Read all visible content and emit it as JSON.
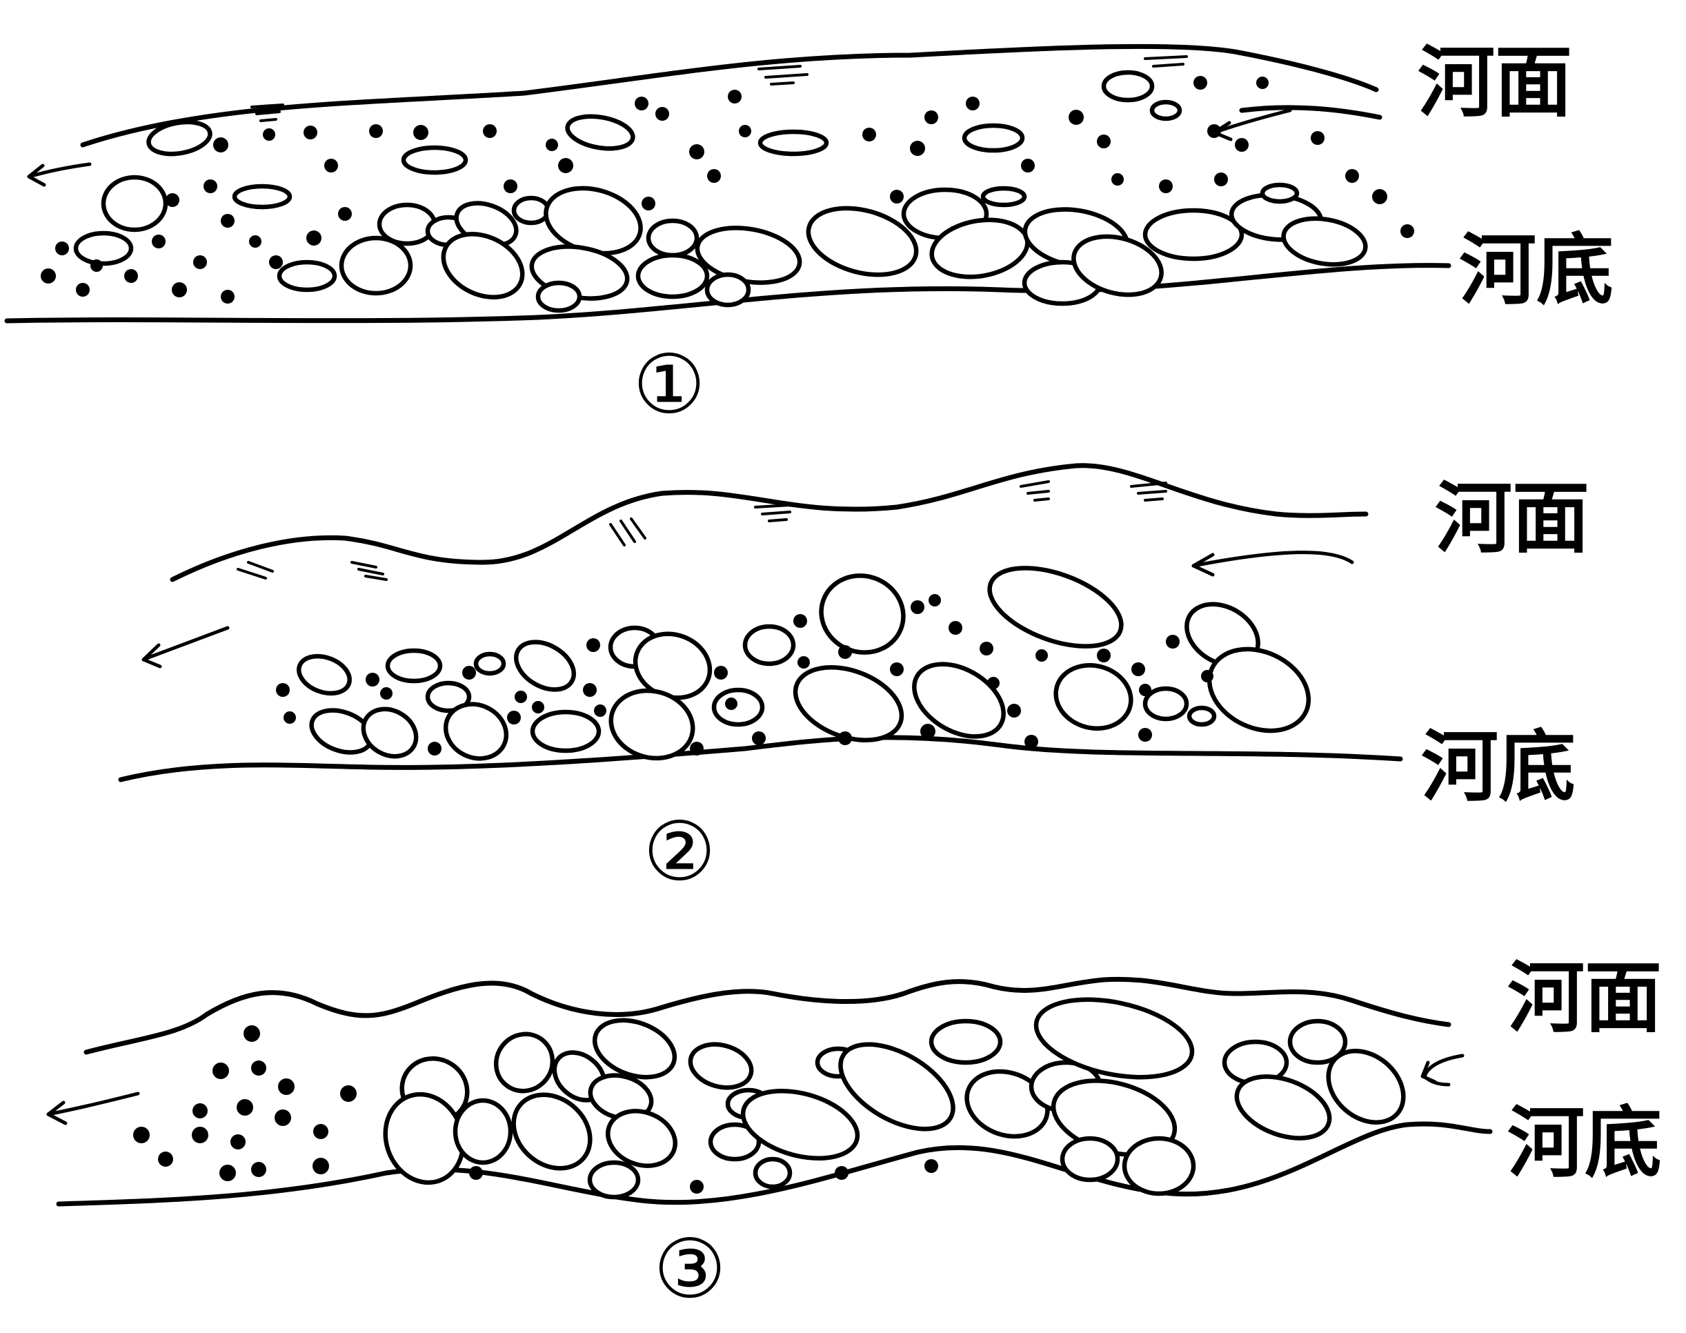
{
  "panels": [
    {
      "number": "①",
      "surface_label": "河面",
      "bed_label": "河底"
    },
    {
      "number": "②",
      "surface_label": "河面",
      "bed_label": "河底"
    },
    {
      "number": "③",
      "surface_label": "河面",
      "bed_label": "河底"
    }
  ]
}
